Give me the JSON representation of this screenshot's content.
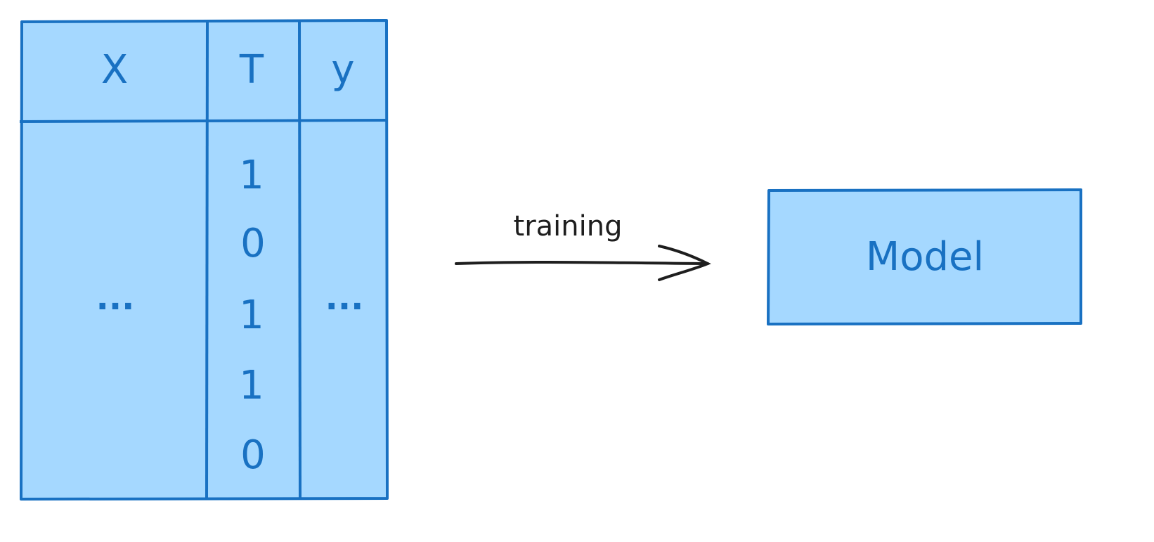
{
  "table": {
    "headers": [
      "X",
      "T",
      "y"
    ],
    "x_column": "...",
    "t_column": [
      "1",
      "0",
      "1",
      "1",
      "0"
    ],
    "y_column": "..."
  },
  "arrow": {
    "label": "training"
  },
  "model": {
    "label": "Model"
  },
  "colors": {
    "fill": "#a5d8ff",
    "stroke": "#1971c2",
    "arrow": "#1e1e1e"
  }
}
